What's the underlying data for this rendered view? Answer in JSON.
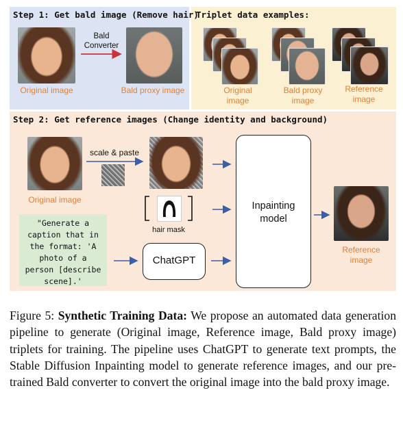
{
  "step1": {
    "title": "Step 1: Get bald image (Remove hair)",
    "converter_label_line1": "Bald",
    "converter_label_line2": "Converter",
    "original_label": "Original image",
    "bald_label": "Bald proxy image"
  },
  "triplet": {
    "title": "Triplet data examples:",
    "original_label_line1": "Original",
    "original_label_line2": "image",
    "bald_label_line1": "Bald proxy",
    "bald_label_line2": "image",
    "reference_label_line1": "Reference",
    "reference_label_line2": "image"
  },
  "step2": {
    "title": "Step 2: Get reference images (Change identity and background)",
    "scale_paste_label": "scale & paste",
    "original_label": "Original image",
    "hair_mask_label": "hair mask",
    "prompt_text_line1": "\"Generate a",
    "prompt_text_line2": "caption that in",
    "prompt_text_line3": "the format: 'A",
    "prompt_text_line4": "photo of a",
    "prompt_text_line5": "person [describe",
    "prompt_text_line6": "scene].'",
    "chatgpt_label": "ChatGPT",
    "inpainting_line1": "Inpainting",
    "inpainting_line2": "model",
    "reference_label_line1": "Reference",
    "reference_label_line2": "image"
  },
  "caption": {
    "figure_label": "Figure 5:",
    "bold_title": "Synthetic Training Data:",
    "body": "We propose an automated data generation pipeline to generate (Original image, Reference image, Bald proxy image) triplets for training. The pipeline uses ChatGPT to generate text prompts, the Stable Diffusion Inpainting model to generate reference images, and our pre-trained Bald converter to convert the original image into the bald proxy image."
  },
  "colors": {
    "panel_blue": "#dce4f3",
    "panel_yellow": "#fbf0d2",
    "panel_peach": "#fbe8d8",
    "label_orange": "#e0803a",
    "arrow_red": "#c8343a",
    "arrow_blue": "#3a5ea8",
    "prompt_green": "#d9ecd3"
  }
}
